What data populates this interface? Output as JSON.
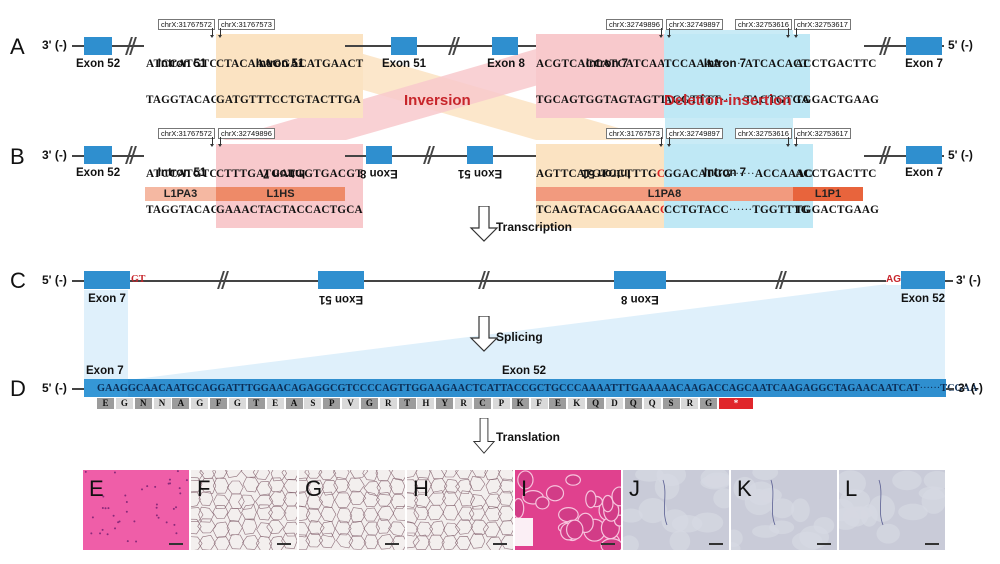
{
  "panels": {
    "A": {
      "label": "A",
      "left_strand": "3' (-)",
      "right_strand": "5' (-)",
      "exons": [
        "Exon 52",
        "Exon 51",
        "Exon 8",
        "Exon 7"
      ],
      "left_seq": {
        "top": "ATCCATGTCC",
        "bottom": "TAGGTACAGG",
        "label": "Intron 51"
      },
      "mid1_seq": {
        "top": "CTACAAAGGACATGAACT",
        "bottom": "GATGTTTCCTGTACTTGA",
        "label": "Intron 51"
      },
      "mid2_seq": {
        "top": "ACGTCACCATCATCAAAG",
        "bottom": "TGCAGTGGTAGTAGTTTC",
        "label": "Intron 7"
      },
      "del_seq": {
        "top": "TCCAAAA",
        "bottom": "AGGTTTT",
        "top2": "ATCACACT",
        "bottom2": "TAGTGTGA",
        "label": "Intron 7"
      },
      "right_seq": {
        "top": "ACCTGACTTC",
        "bottom": "TGGACTGAAG"
      },
      "coords": [
        "chrX:31767572",
        "chrX:31767573",
        "chrX:32749896",
        "chrX:32749897",
        "chrX:32753616",
        "chrX:32753617"
      ]
    },
    "B": {
      "label": "B",
      "left_strand": "3' (-)",
      "right_strand": "5' (-)",
      "exons": [
        "Exon 52",
        "Exon 8",
        "Exon 51",
        "Exon 7"
      ],
      "left_seq": {
        "top": "ATCCATGTCC",
        "bottom": "TAGGTACAGG",
        "label": "Intron 51"
      },
      "inv1_seq": {
        "top": "CTTTGATGATGGTGACGT",
        "bottom": "GAAACTACTACCACTGCA",
        "label": "Intron 7"
      },
      "inv2_seq": {
        "top_a": "AGTTCATGTCCTTTG",
        "top_red": "C",
        "top_b": "AG",
        "bottom_a": "TCAAGTACAGGAAAC",
        "bottom_red": "G",
        "bottom_b": "TC",
        "label": "Intron 51"
      },
      "del_seq": {
        "top": "GGACATGG",
        "bottom": "CCTGTACC",
        "top2": "ACCAAAC",
        "bottom2": "TGGTTTG",
        "label": "Intron 7"
      },
      "right_seq": {
        "top": "ACCTGACTTC",
        "bottom": "TGGACTGAAG"
      },
      "coords": [
        "chrX:31767572",
        "chrX:32749896",
        "chrX:31767573",
        "chrX:32749897",
        "chrX:32753616",
        "chrX:32753617"
      ],
      "repeats": [
        "L1PA3",
        "L1HS",
        "L1PA8",
        "L1P1"
      ]
    },
    "C": {
      "label": "C",
      "left_strand": "5' (-)",
      "right_strand": "3' (-)",
      "exons": [
        "Exon 7",
        "Exon 51",
        "Exon 8",
        "Exon 52"
      ],
      "donor": "GT",
      "acceptor": "AG"
    },
    "D": {
      "label": "D",
      "left_strand": "5' (-)",
      "right_strand": "3' (-)",
      "exon_left": "Exon 7",
      "exon_right": "Exon 52",
      "sequence": "GAAGGCAACAATGCAGGATTTGGAACAGAGGCGTCCCCAGTTGGAAGAACTCATTACCGCTGCCCAAAATTTGAAAAACAAGACCAGCAATCAAGAGGCTAGAACAATCAT",
      "sequence_end": "TCGAA",
      "amino_acids": [
        "E",
        "G",
        "N",
        "N",
        "A",
        "G",
        "F",
        "G",
        "T",
        "E",
        "A",
        "S",
        "P",
        "V",
        "G",
        "R",
        "T",
        "H",
        "Y",
        "R",
        "C",
        "P",
        "K",
        "F",
        "E",
        "K",
        "Q",
        "D",
        "Q",
        "Q",
        "S",
        "R",
        "G",
        "*"
      ]
    }
  },
  "annotations": {
    "inversion": "Inversion",
    "deletion_insertion": "Deletion-insertion"
  },
  "steps": {
    "transcription": "Transcription",
    "splicing": "Splicing",
    "translation": "Translation"
  },
  "micrographs": [
    {
      "label": "E",
      "stain": "he"
    },
    {
      "label": "F",
      "stain": "ihc-normal"
    },
    {
      "label": "G",
      "stain": "ihc-normal"
    },
    {
      "label": "H",
      "stain": "ihc-normal"
    },
    {
      "label": "I",
      "stain": "he"
    },
    {
      "label": "J",
      "stain": "ihc-absent"
    },
    {
      "label": "K",
      "stain": "ihc-absent"
    },
    {
      "label": "L",
      "stain": "ihc-absent"
    }
  ],
  "colors": {
    "exon": "#2f8fcf",
    "accent_red": "#c7252b",
    "orange_highlight": "#fbe3c2",
    "pink_highlight": "#f8c9cc",
    "cyan_highlight": "#bfe8f5",
    "repeat_L1PA3": "#f5b8a2",
    "repeat_L1HS": "#ee8a68",
    "repeat_L1PA8": "#f29a7e",
    "repeat_L1P1": "#e8643c"
  }
}
